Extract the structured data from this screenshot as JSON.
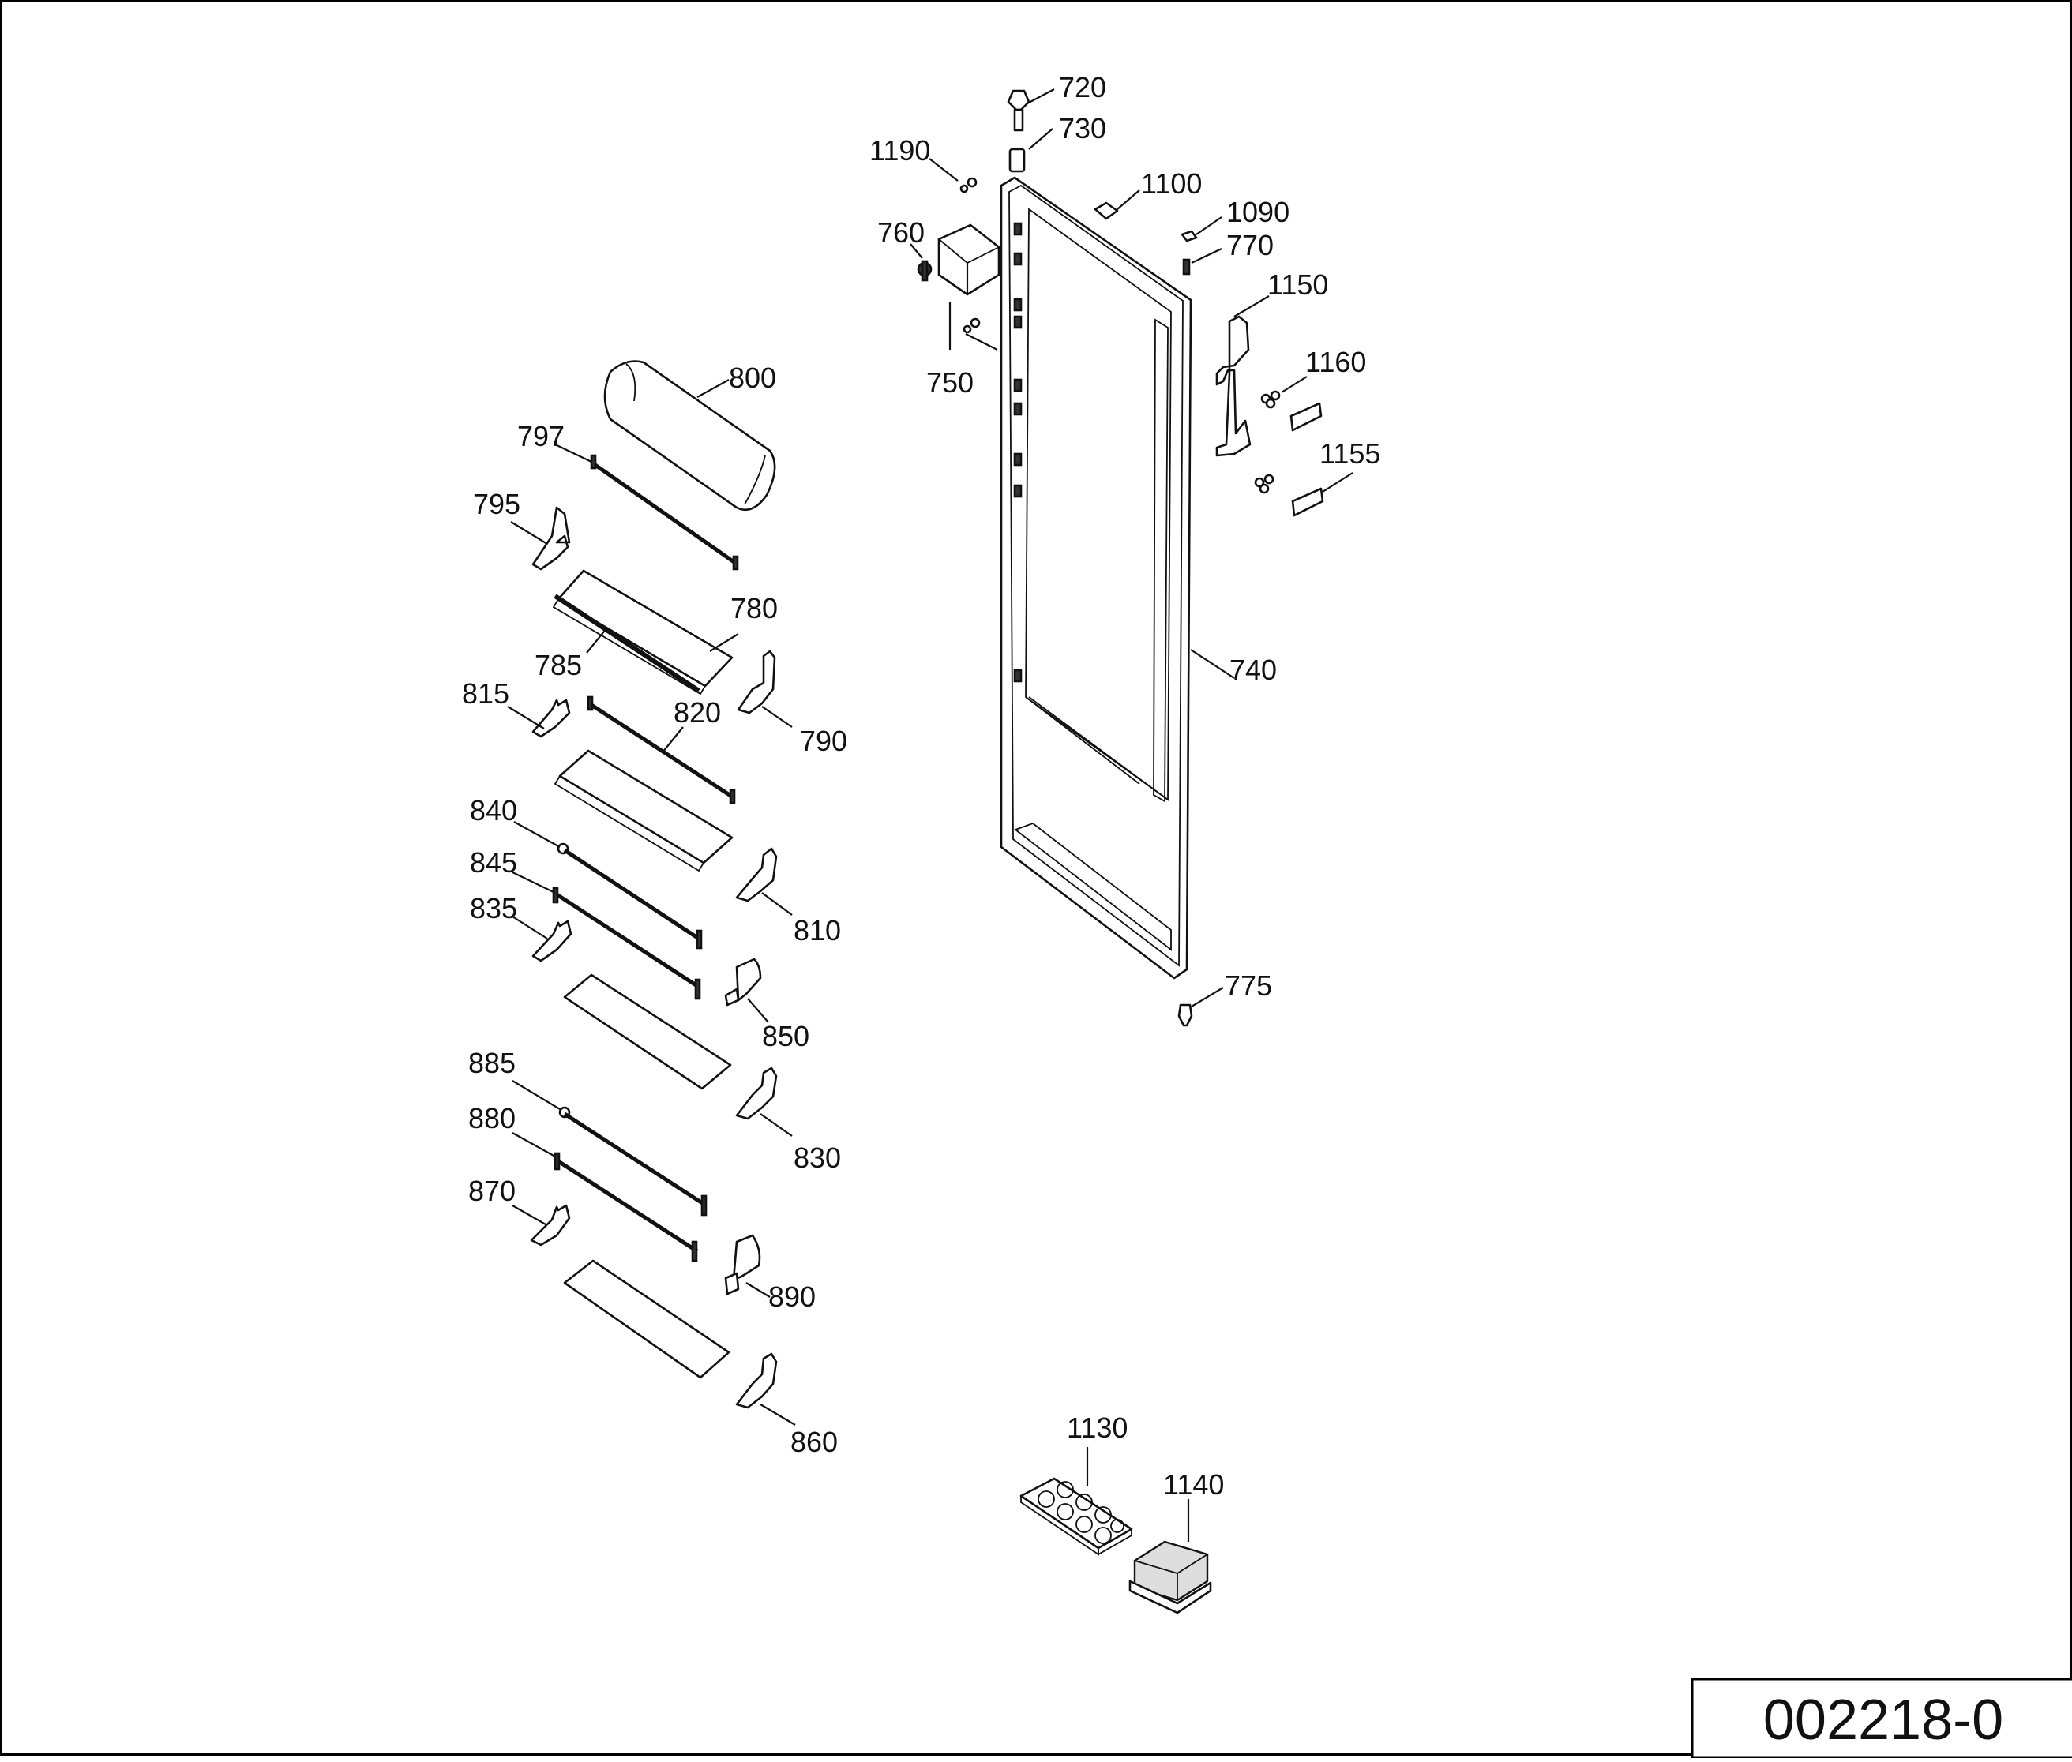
{
  "document_number": "002218-0",
  "part_labels": {
    "p720": "720",
    "p730": "730",
    "p1190": "1190",
    "p1100": "1100",
    "p1090": "1090",
    "p770": "770",
    "p760": "760",
    "p1150": "1150",
    "p750": "750",
    "p1160": "1160",
    "p1155": "1155",
    "p740": "740",
    "p775": "775",
    "p800": "800",
    "p797": "797",
    "p795": "795",
    "p780": "780",
    "p785": "785",
    "p815": "815",
    "p820": "820",
    "p790": "790",
    "p840": "840",
    "p845": "845",
    "p835": "835",
    "p810": "810",
    "p850": "850",
    "p885": "885",
    "p880": "880",
    "p830": "830",
    "p870": "870",
    "p890": "890",
    "p860": "860",
    "p1130": "1130",
    "p1140": "1140"
  }
}
